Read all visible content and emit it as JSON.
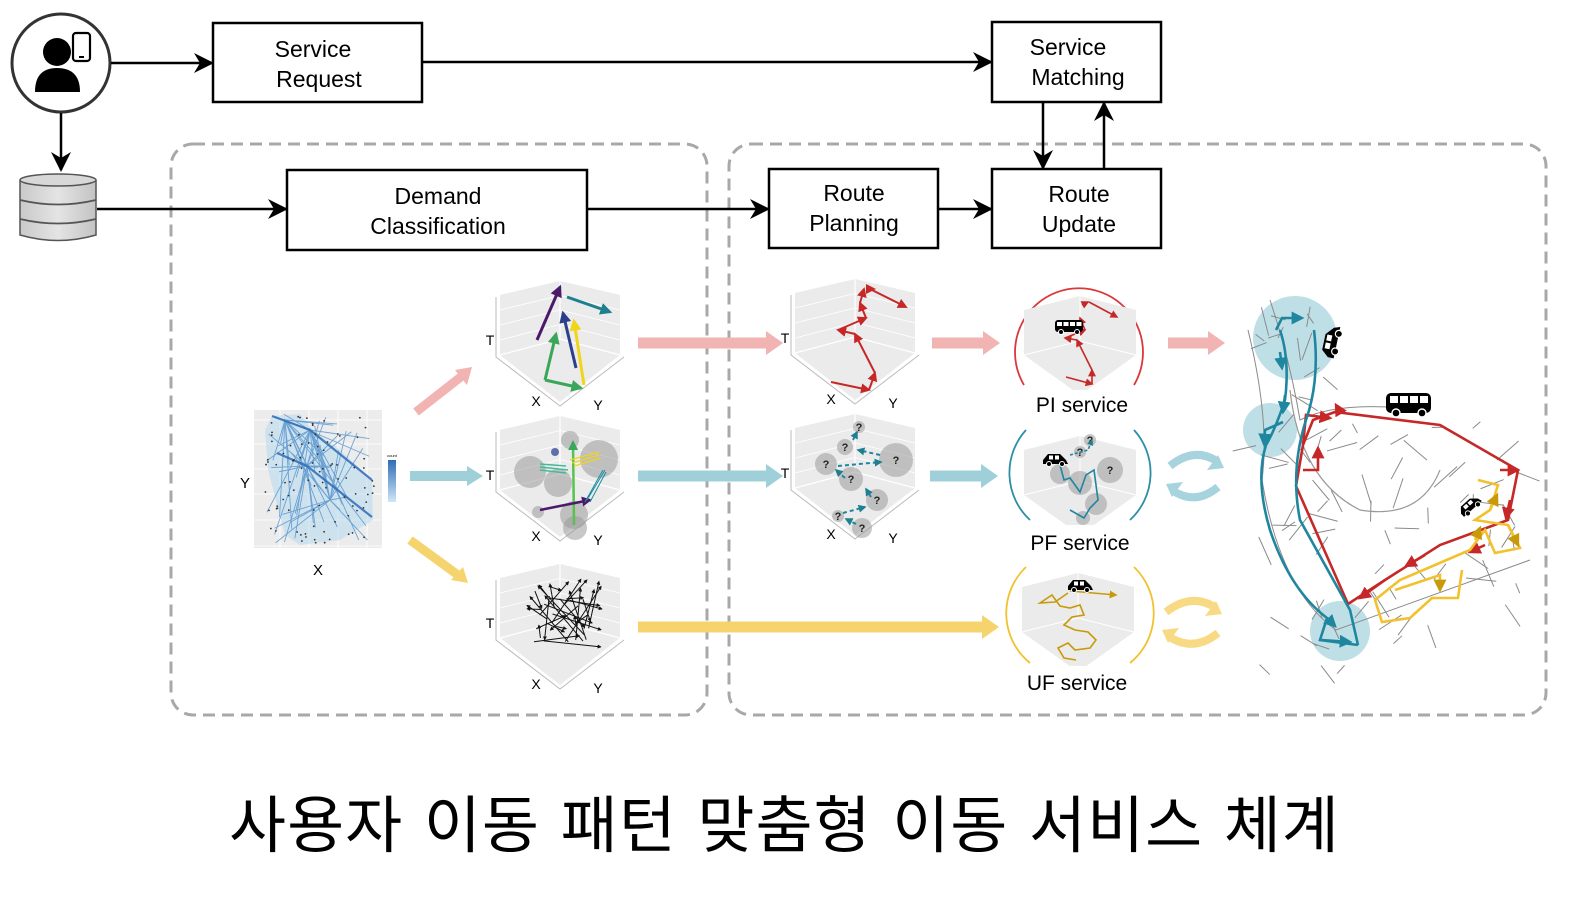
{
  "boxes": {
    "service_request": [
      "Service",
      "Request"
    ],
    "service_matching": [
      "Service",
      "Matching"
    ],
    "demand_classification": [
      "Demand",
      "Classification"
    ],
    "route_planning": [
      "Route",
      "Planning"
    ],
    "route_update": [
      "Route",
      "Update"
    ]
  },
  "icons": {
    "user": "user-with-phone-icon",
    "database": "database-icon",
    "bus": "bus-icon",
    "car": "car-icon"
  },
  "scatter_plot": {
    "xlabel": "X",
    "ylabel": "Y",
    "legend_title": "count"
  },
  "plots_3d": {
    "axis_t": "T",
    "axis_x": "X",
    "axis_y": "Y",
    "unknown_marker": "?"
  },
  "services": [
    {
      "id": "PI",
      "label": "PI service",
      "color": "#d9393a",
      "arrow_color": "#f1b1b1"
    },
    {
      "id": "PF",
      "label": "PF service",
      "color": "#2e8ea6",
      "arrow_color": "#9fd0da"
    },
    {
      "id": "UF",
      "label": "UF service",
      "color": "#f2c12e",
      "arrow_color": "#f7d77a"
    }
  ],
  "colors": {
    "dashed_frame": "#a8a8a8",
    "box_stroke": "#000000",
    "pink_arrow": "#f2b3b3",
    "blue_arrow": "#9fd0da",
    "yellow_arrow": "#f5d46e"
  },
  "title": "사용자 이동 패턴 맞춤형 이동 서비스 체계"
}
